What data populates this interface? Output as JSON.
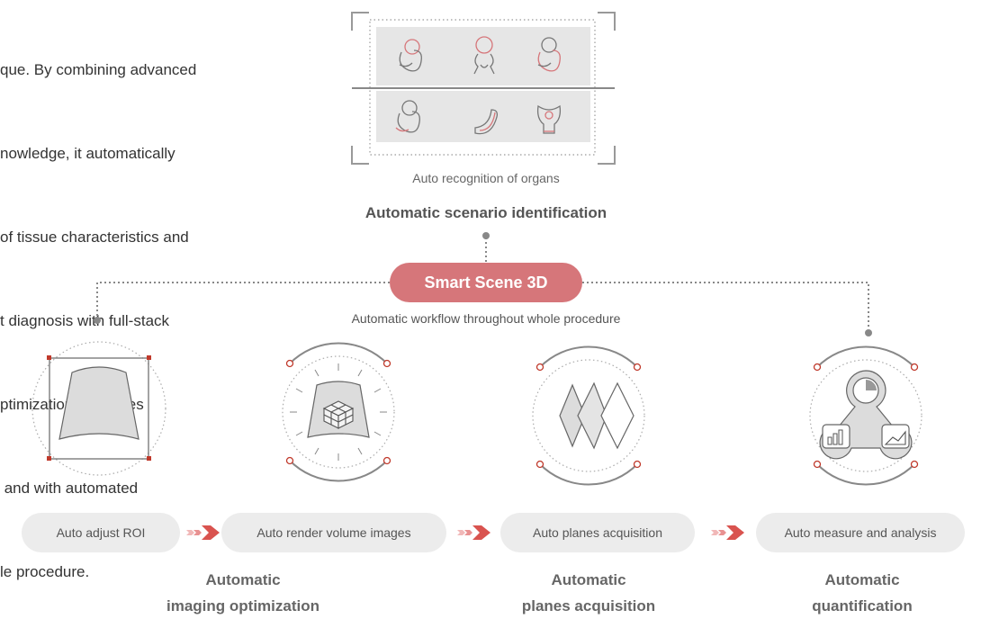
{
  "intro_lines": [
    "que. By combining advanced",
    "nowledge, it automatically",
    "of tissue characteristics and",
    "t diagnosis with full-stack",
    "ptimization, to planes",
    " and with automated",
    "le procedure."
  ],
  "organs_caption": "Auto recognition of organs",
  "scenario_title": "Automatic scenario identification",
  "center_label": "Smart Scene 3D",
  "workflow_caption": "Automatic workflow throughout whole procedure",
  "steps": [
    {
      "label": "Auto adjust ROI"
    },
    {
      "label": "Auto render volume images"
    },
    {
      "label": "Auto planes acquisition"
    },
    {
      "label": "Auto measure and analysis"
    }
  ],
  "categories": [
    {
      "line1": "Automatic",
      "line2": "imaging optimization"
    },
    {
      "line1": "Automatic",
      "line2": "planes acquisition"
    },
    {
      "line1": "Automatic",
      "line2": "quantification"
    }
  ],
  "icons": [
    "fetus-icon",
    "placenta-icon",
    "uterus-icon",
    "roi-icon",
    "volume-cube-icon",
    "planes-icon",
    "analysis-chart-icon",
    "arrow-right-icon"
  ],
  "colors": {
    "accent": "#d6767a",
    "arrow": "#d9534f",
    "pill_bg": "#ececec",
    "dotted": "#888888"
  }
}
